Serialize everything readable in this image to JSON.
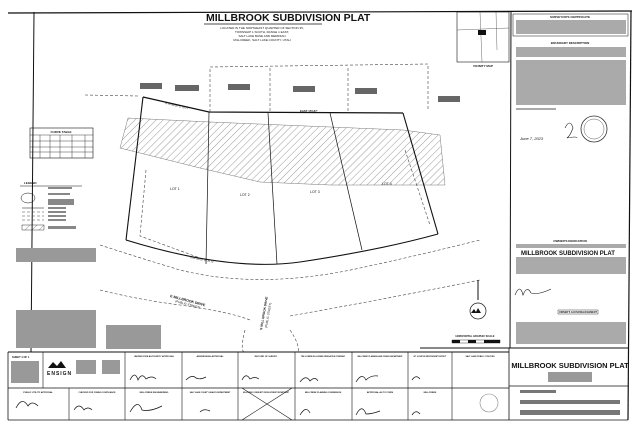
{
  "title": "MILLBROOK SUBDIVISION PLAT",
  "subtitle_lines": [
    "LOCATED IN THE NORTHEAST QUARTER OF SECTION 35,",
    "TOWNSHIP 1 SOUTH, RANGE 1 EAST,",
    "SALT LAKE BASE AND MERIDIAN",
    "MILLCREEK, SALT LAKE COUNTY, UTAH"
  ],
  "plat": {
    "lots": [
      "LOT 1",
      "LOT 2",
      "LOT 3",
      "LOT 4"
    ],
    "streets": [
      "E MILLBROOK DRIVE",
      "(PUBLIC STREET)",
      "S MILL BROOK DRIVE",
      "(PUBLIC STREET)"
    ],
    "bearing_top": "EAST 170.67'",
    "bearing_left": "N 79°59'00\" E 70.71'",
    "bearing_bottom": "S 80°59'00\" W 70.71'"
  },
  "curve_table": {
    "title": "CURVE TABLE"
  },
  "legend": {
    "title": "LEGEND"
  },
  "vicinity_map": {
    "title": "VICINITY MAP"
  },
  "surveyor": {
    "title": "SURVEYOR'S CERTIFICATE",
    "date": "June 7, 2023"
  },
  "boundary": {
    "title": "BOUNDARY DESCRIPTION"
  },
  "owner": {
    "title": "OWNER'S DEDICATION",
    "plat_name": "MILLBROOK SUBDIVISION PLAT",
    "ack_title": "OWNER'S ACKNOWLEDGEMENT"
  },
  "scale": {
    "title": "HORIZONTAL GRAPHIC SCALE"
  },
  "title_block": {
    "title": "MILLBROOK SUBDIVISION PLAT"
  },
  "firm": {
    "name": "ENSIGN",
    "sheet": "SHEET 1 OF 1"
  },
  "approvals": {
    "row1": [
      "UNIFIED FIRE AUTHORITY APPROVAL",
      "ADDRESSING APPROVAL",
      "RECORD OF SURVEY",
      "THE LOWER MILLCREEK IRRIGATION COMPANY",
      "MILLCREEK PLANNING AND ZONING DEPARTMENT",
      "MT. OLYMPUS IMPROVEMENT DISTRICT",
      "SALT LAKE PUBLIC UTILITIES"
    ],
    "row2": [
      "PUBLIC UTILITY APPROVAL",
      "CHECKED FOR ZONING COMPLIANCE",
      "MILLCREEK ENGINEERING",
      "SALT LAKE COUNTY HEALTH DEPARTMENT",
      "MILLCREEK COMMUNITY DEVELOPMENT DEPARTMENT",
      "MILLCREEK PLANNING COMMISSION",
      "APPROVAL AS TO FORM",
      "MILLCREEK"
    ]
  }
}
